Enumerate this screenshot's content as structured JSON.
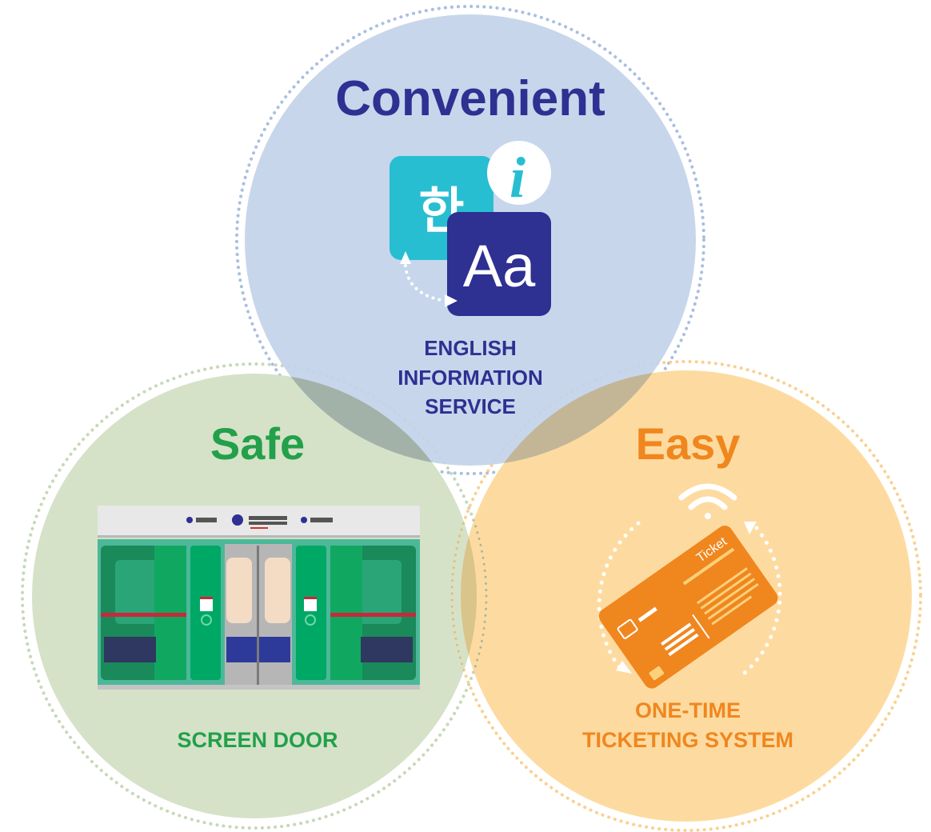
{
  "colors": {
    "convenient_fill": "#c3d3ea",
    "convenient_text": "#2e3092",
    "safe_fill": "#d5e2c8",
    "safe_text": "#22a04a",
    "easy_fill": "#fddba0",
    "easy_text": "#f0861e",
    "overlap_fill": "#a8ac98",
    "info_teal": "#27bed2",
    "navy": "#2e3092",
    "ticket_orange": "#f0861e"
  },
  "circles": {
    "convenient": {
      "title": "Convenient",
      "icon": "translation-icon",
      "hangul_glyph": "한",
      "latin_glyph": "Aa",
      "info_glyph": "i",
      "caption": [
        "ENGLISH",
        "INFORMATION",
        "SERVICE"
      ]
    },
    "safe": {
      "title": "Safe",
      "icon": "screen-door-icon",
      "caption": [
        "SCREEN DOOR"
      ]
    },
    "easy": {
      "title": "Easy",
      "icon": "ticket-card-icon",
      "ticket_text": "Ticket",
      "caption": [
        "ONE-TIME",
        "TICKETING SYSTEM"
      ]
    }
  }
}
